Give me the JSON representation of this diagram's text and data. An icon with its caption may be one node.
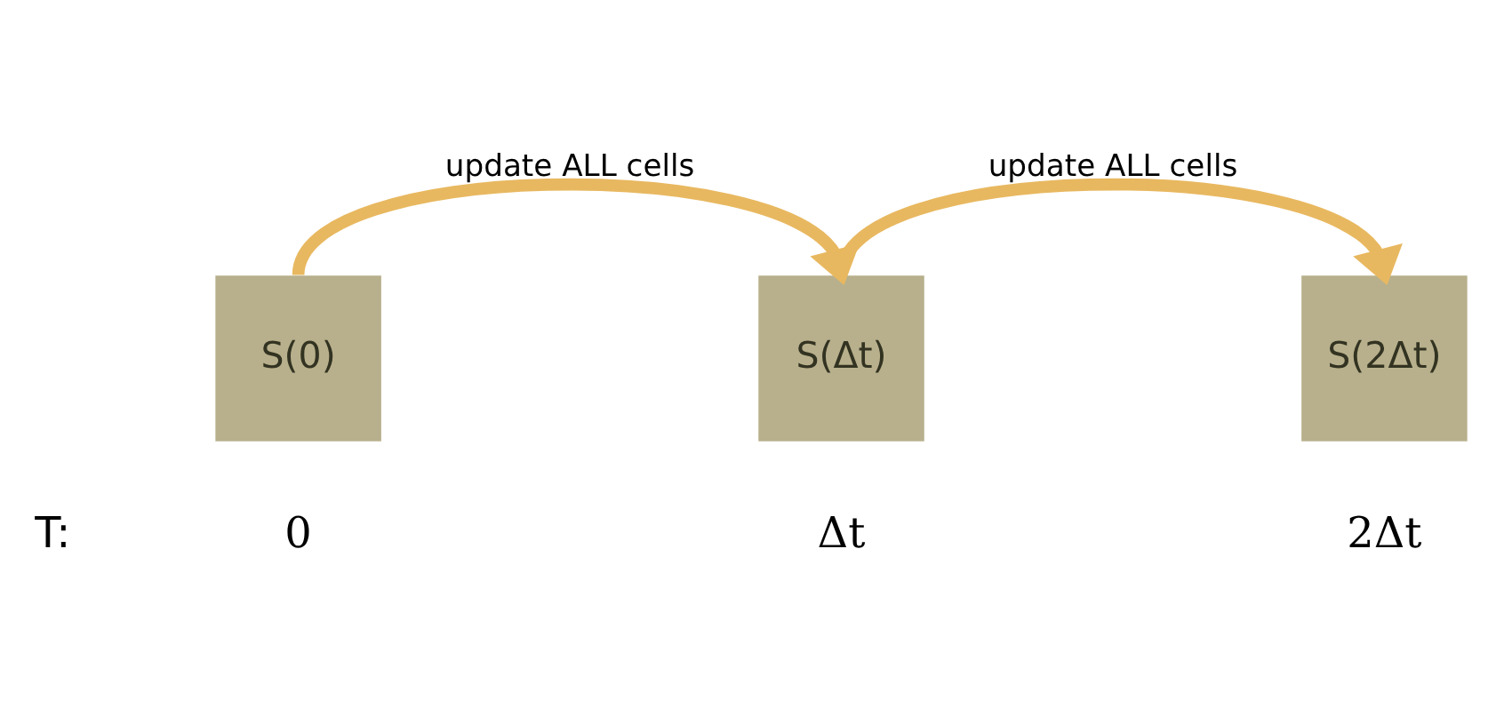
{
  "diagram": {
    "nodes": [
      {
        "text": [
          "S(0)"
        ]
      },
      {
        "text": [
          "S(Δt)"
        ]
      },
      {
        "text": [
          "S(2Δt)"
        ]
      }
    ],
    "edges": [
      {
        "from": 0,
        "to": 1,
        "arrow": "to",
        "label": "update ALL cells"
      },
      {
        "from": 1,
        "to": 2,
        "arrow": "to",
        "label": "update ALL cells"
      }
    ],
    "labels": [
      "T:",
      "0",
      "Δt",
      "2Δt"
    ]
  }
}
